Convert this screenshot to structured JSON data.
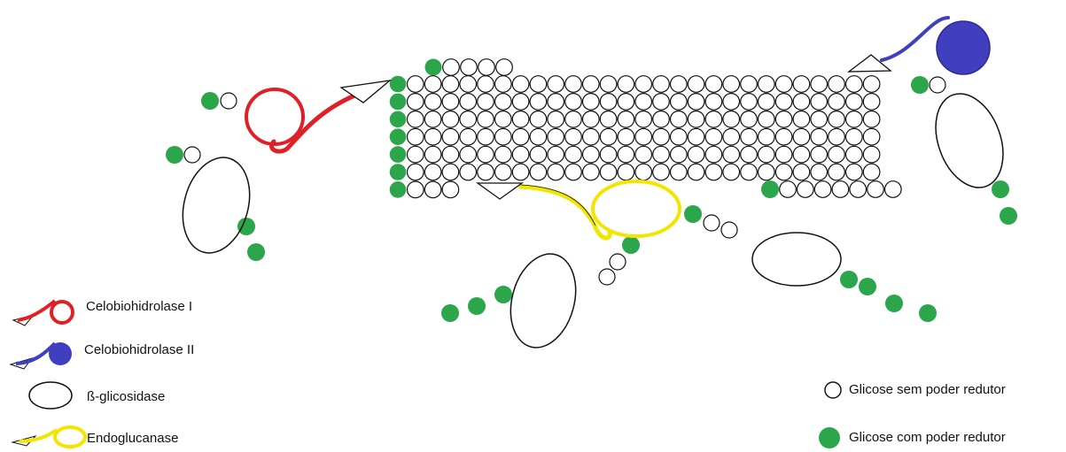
{
  "colors": {
    "reducing_glucose": "#2ca64a",
    "glucose_outline": "#111111",
    "cellobiohydrolase_I": "#e02025",
    "cellobiohydrolase_II": "#3f3fc0",
    "endoglucanase": "#f2e500",
    "enzyme_outline": "#111111",
    "background": "#ffffff"
  },
  "legend_left": {
    "cbh1": "Celobiohidrolase I",
    "cbh2": "Celobiohidrolase II",
    "bgluc": "ß-glicosidase",
    "endo": "Endoglucanase"
  },
  "legend_right": {
    "non_reducing": "Glicose sem poder redutor",
    "reducing": "Glicose com poder redutor"
  },
  "icons": {
    "cbh1": "cellobiohydrolase-1-icon",
    "cbh2": "cellobiohydrolase-2-icon",
    "bgluc": "beta-glucosidase-icon",
    "endo": "endoglucanase-icon",
    "glucose": "glucose-unit-icon",
    "reducing_glucose": "reducing-glucose-unit-icon"
  }
}
